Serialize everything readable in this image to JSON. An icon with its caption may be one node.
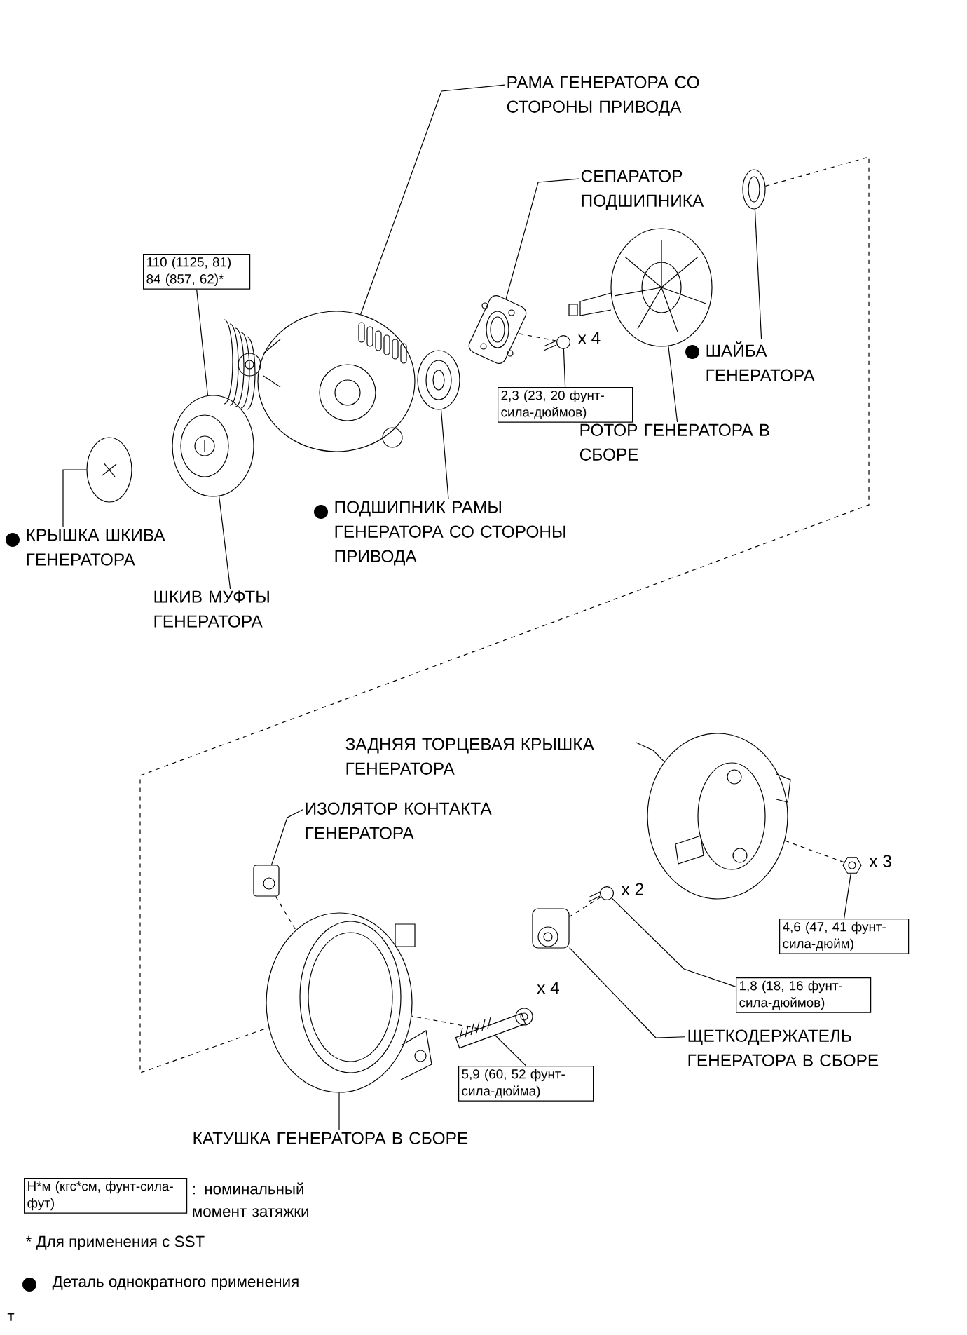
{
  "diagram": {
    "nodes": [
      {
        "text": [
          "РАМА ГЕНЕРАТОРА СО СТОРОНЫ ПРИВОДА"
        ]
      },
      {
        "text": [
          "СЕПАРАТОР ПОДШИПНИКА"
        ]
      },
      {
        "text": [
          "110 (1125, 81)",
          "84 (857, 62)*"
        ]
      },
      {
        "text": [
          "ШАЙБА ГЕНЕРАТОРА"
        ]
      },
      {
        "text": [
          "2,3 (23, 20 фунт-сила-дюймов)"
        ]
      },
      {
        "text": [
          "РОТОР ГЕНЕРАТОРА В СБОРЕ"
        ]
      },
      {
        "text": [
          "КРЫШКА ШКИВА ГЕНЕРАТОРА"
        ]
      },
      {
        "text": [
          "ШКИВ МУФТЫ ГЕНЕРАТОРА"
        ]
      },
      {
        "text": [
          "ПОДШИПНИК РАМЫ ГЕНЕРАТОРА СО СТОРОНЫ ПРИВОДА"
        ]
      },
      {
        "text": [
          "ЗАДНЯЯ ТОРЦЕВАЯ КРЫШКА ГЕНЕРАТОРА"
        ]
      },
      {
        "text": [
          "ИЗОЛЯТОР КОНТАКТА ГЕНЕРАТОРА"
        ]
      },
      {
        "text": [
          "4,6 (47, 41 фунт-сила-дюйм)"
        ]
      },
      {
        "text": [
          "1,8 (18, 16 фунт-сила-дюймов)"
        ]
      },
      {
        "text": [
          "ЩЕТКОДЕРЖАТЕЛЬ ГЕНЕРАТОРА В СБОРЕ"
        ]
      },
      {
        "text": [
          "5,9 (60, 52 фунт-сила-дюйма)"
        ]
      },
      {
        "text": [
          "КАТУШКА ГЕНЕРАТОРА В СБОРЕ"
        ]
      },
      {
        "text": [
          "Н*м (кгс*см, фунт-сила-фут)"
        ],
        "beside": [
          ": номинальный момент затяжки"
        ]
      },
      {
        "text": [],
        "shape": "picture"
      },
      {
        "text": [],
        "shape": "picture"
      },
      {
        "text": [],
        "shape": "picture"
      },
      {
        "text": [],
        "shape": "picture"
      },
      {
        "text": [],
        "shape": "picture",
        "beside": [
          "x 4"
        ]
      },
      {
        "text": [],
        "shape": "picture"
      },
      {
        "text": [],
        "shape": "picture"
      },
      {
        "text": [],
        "shape": "picture"
      },
      {
        "text": [],
        "shape": "picture"
      },
      {
        "text": [],
        "shape": "picture"
      },
      {
        "text": [],
        "shape": "picture",
        "beside": [
          "x 3"
        ]
      },
      {
        "text": [],
        "shape": "picture",
        "beside": [
          "x 2"
        ]
      },
      {
        "text": [],
        "shape": "picture"
      },
      {
        "text": [],
        "shape": "picture",
        "beside": [
          "x 4"
        ]
      },
      {
        "text": [],
        "shape": "picture"
      }
    ],
    "edges": [
      {
        "from": 0,
        "to": 17,
        "arrow": "none"
      },
      {
        "from": 1,
        "to": 18,
        "arrow": "none"
      },
      {
        "from": 2,
        "to": 22,
        "arrow": "none"
      },
      {
        "from": 3,
        "to": 20,
        "arrow": "none"
      },
      {
        "from": 4,
        "to": 21,
        "arrow": "none"
      },
      {
        "from": 5,
        "to": 19,
        "arrow": "none"
      },
      {
        "from": 6,
        "to": 24,
        "arrow": "none"
      },
      {
        "from": 7,
        "to": 22,
        "arrow": "none"
      },
      {
        "from": 8,
        "to": 23,
        "arrow": "none"
      },
      {
        "from": 9,
        "to": 25,
        "arrow": "none"
      },
      {
        "from": 10,
        "to": 26,
        "arrow": "none"
      },
      {
        "from": 11,
        "to": 27,
        "arrow": "none"
      },
      {
        "from": 12,
        "to": 28,
        "arrow": "none"
      },
      {
        "from": 13,
        "to": 29,
        "arrow": "none"
      },
      {
        "from": 14,
        "to": 30,
        "arrow": "none"
      },
      {
        "from": 15,
        "to": 31,
        "arrow": "none"
      },
      {
        "from": 21,
        "to": 18,
        "arrow": "none",
        "style": "dashed"
      },
      {
        "from": 20,
        "to": 31,
        "arrow": "none",
        "style": "dashed"
      },
      {
        "from": 26,
        "to": 31,
        "arrow": "none",
        "style": "dashed"
      },
      {
        "from": 30,
        "to": 31,
        "arrow": "none",
        "style": "dashed"
      },
      {
        "from": 28,
        "to": 29,
        "arrow": "none",
        "style": "dashed"
      },
      {
        "from": 27,
        "to": 25,
        "arrow": "none",
        "style": "dashed"
      }
    ],
    "labels": [
      "* Для применения с SST",
      "T"
    ],
    "legend": [
      {
        "text": "Деталь однократного применения"
      }
    ]
  }
}
